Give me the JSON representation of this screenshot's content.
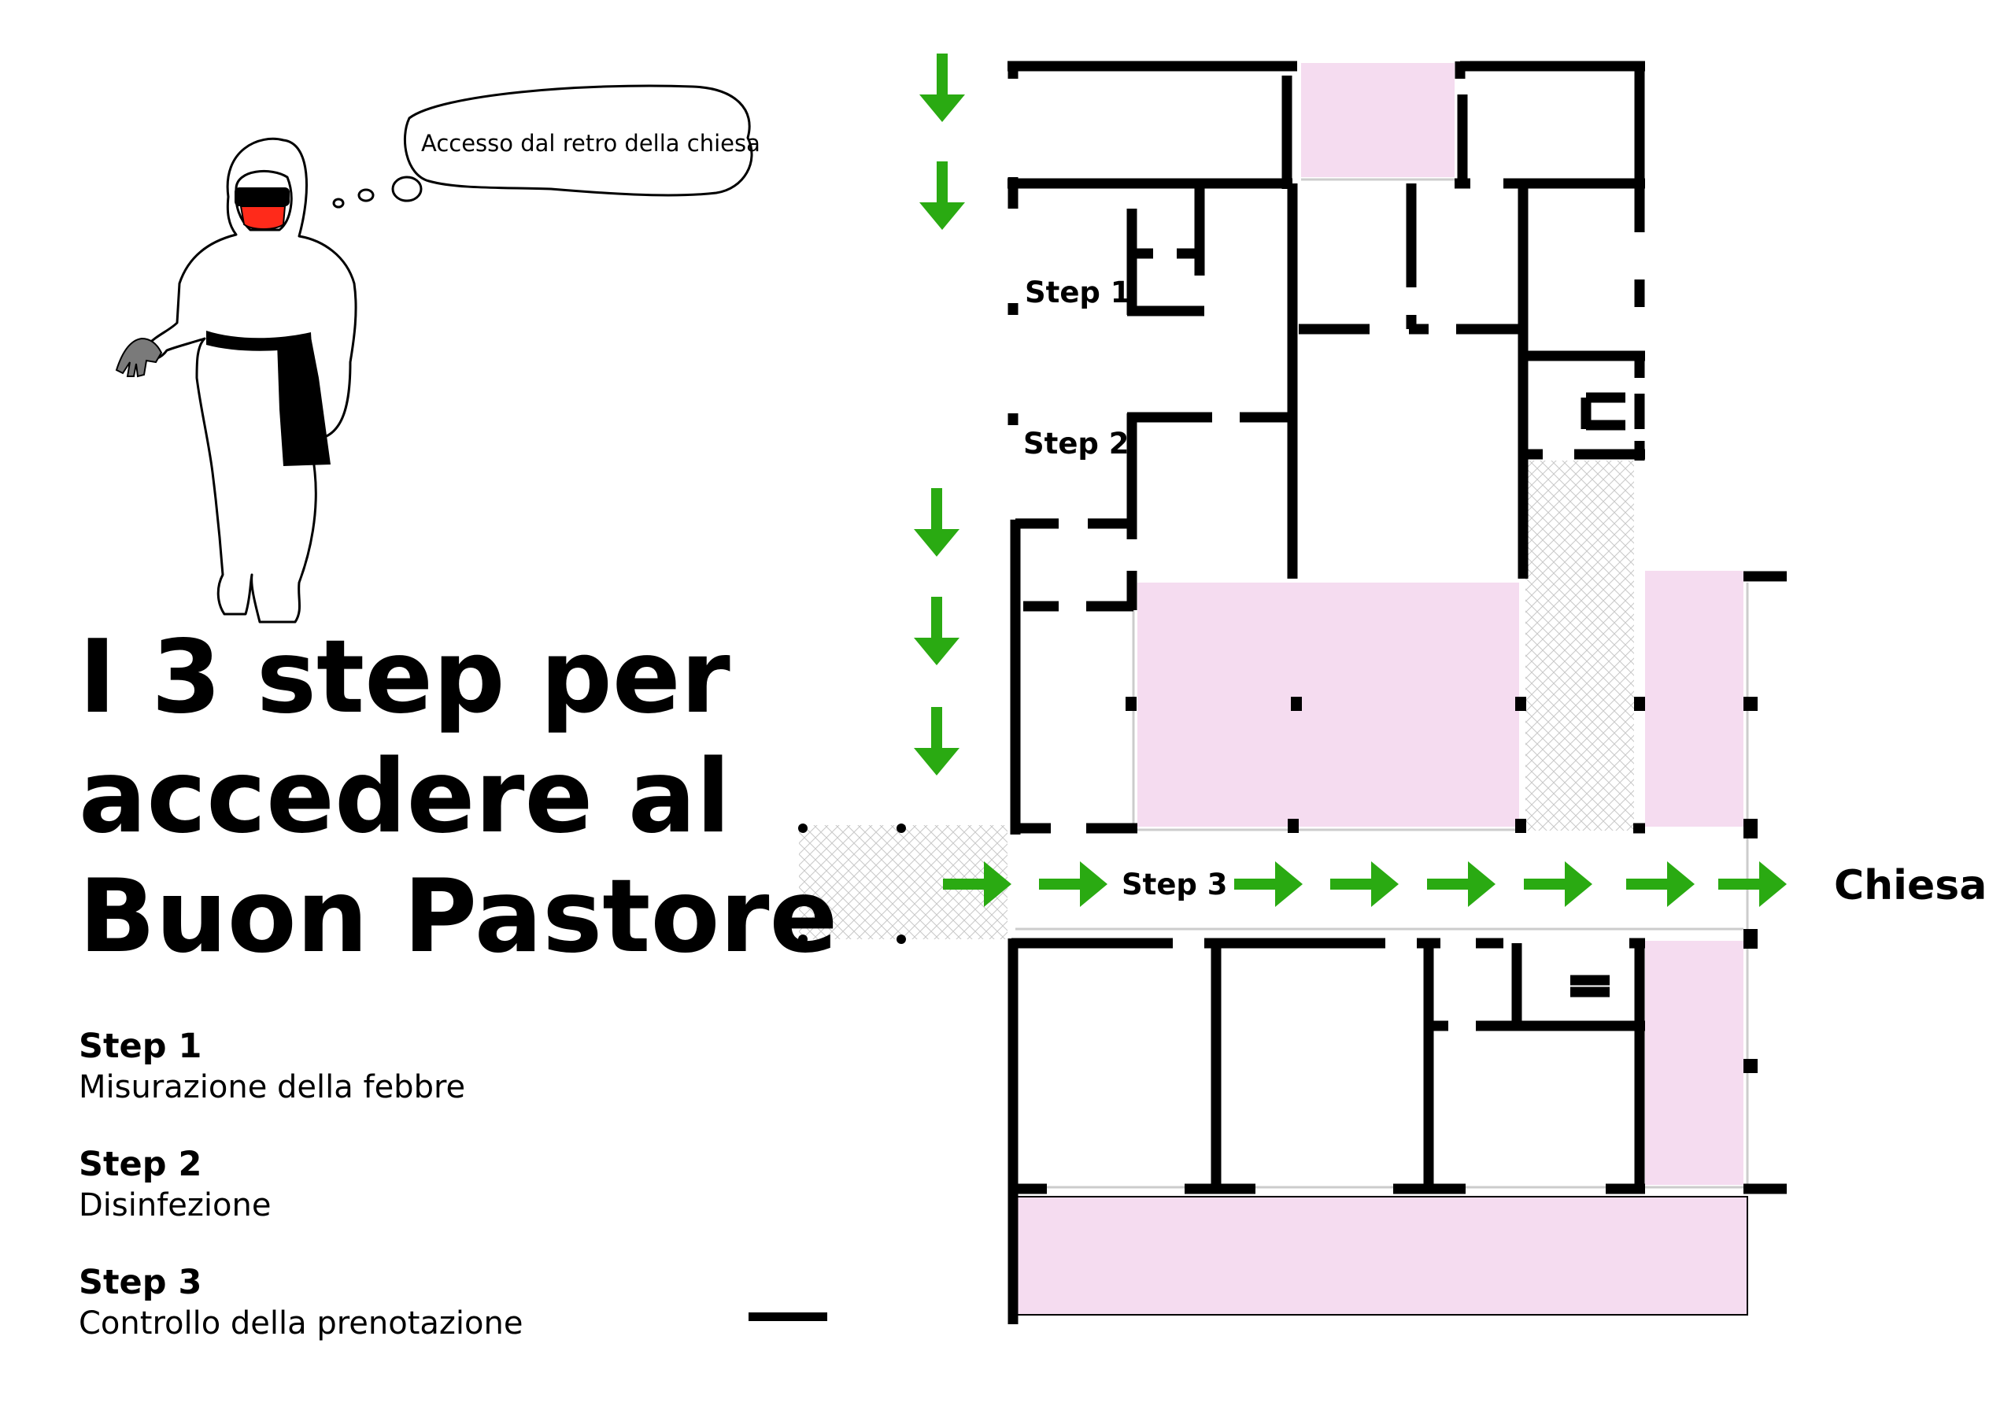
{
  "title": {
    "line1": "I 3 step per",
    "line2": "accedere al",
    "line3": "Buon Pastore"
  },
  "thought_bubble": "Accesso dal retro della chiesa",
  "steps": [
    {
      "label": "Step 1",
      "description": "Misurazione della febbre"
    },
    {
      "label": "Step 2",
      "description": "Disinfezione"
    },
    {
      "label": "Step 3",
      "description": "Controllo della prenotazione"
    }
  ],
  "plan_labels": {
    "step1": "Step 1",
    "step2": "Step 2",
    "step3": "Step 3",
    "destination": "Chiesa"
  },
  "colors": {
    "arrow": "#2aaa12",
    "highlight_area": "#f5dcf0",
    "wall": "#000000",
    "mask": "#ff2a1a"
  },
  "icons": [
    "down-arrow-icon",
    "right-arrow-icon",
    "person-in-protective-suit-icon"
  ]
}
